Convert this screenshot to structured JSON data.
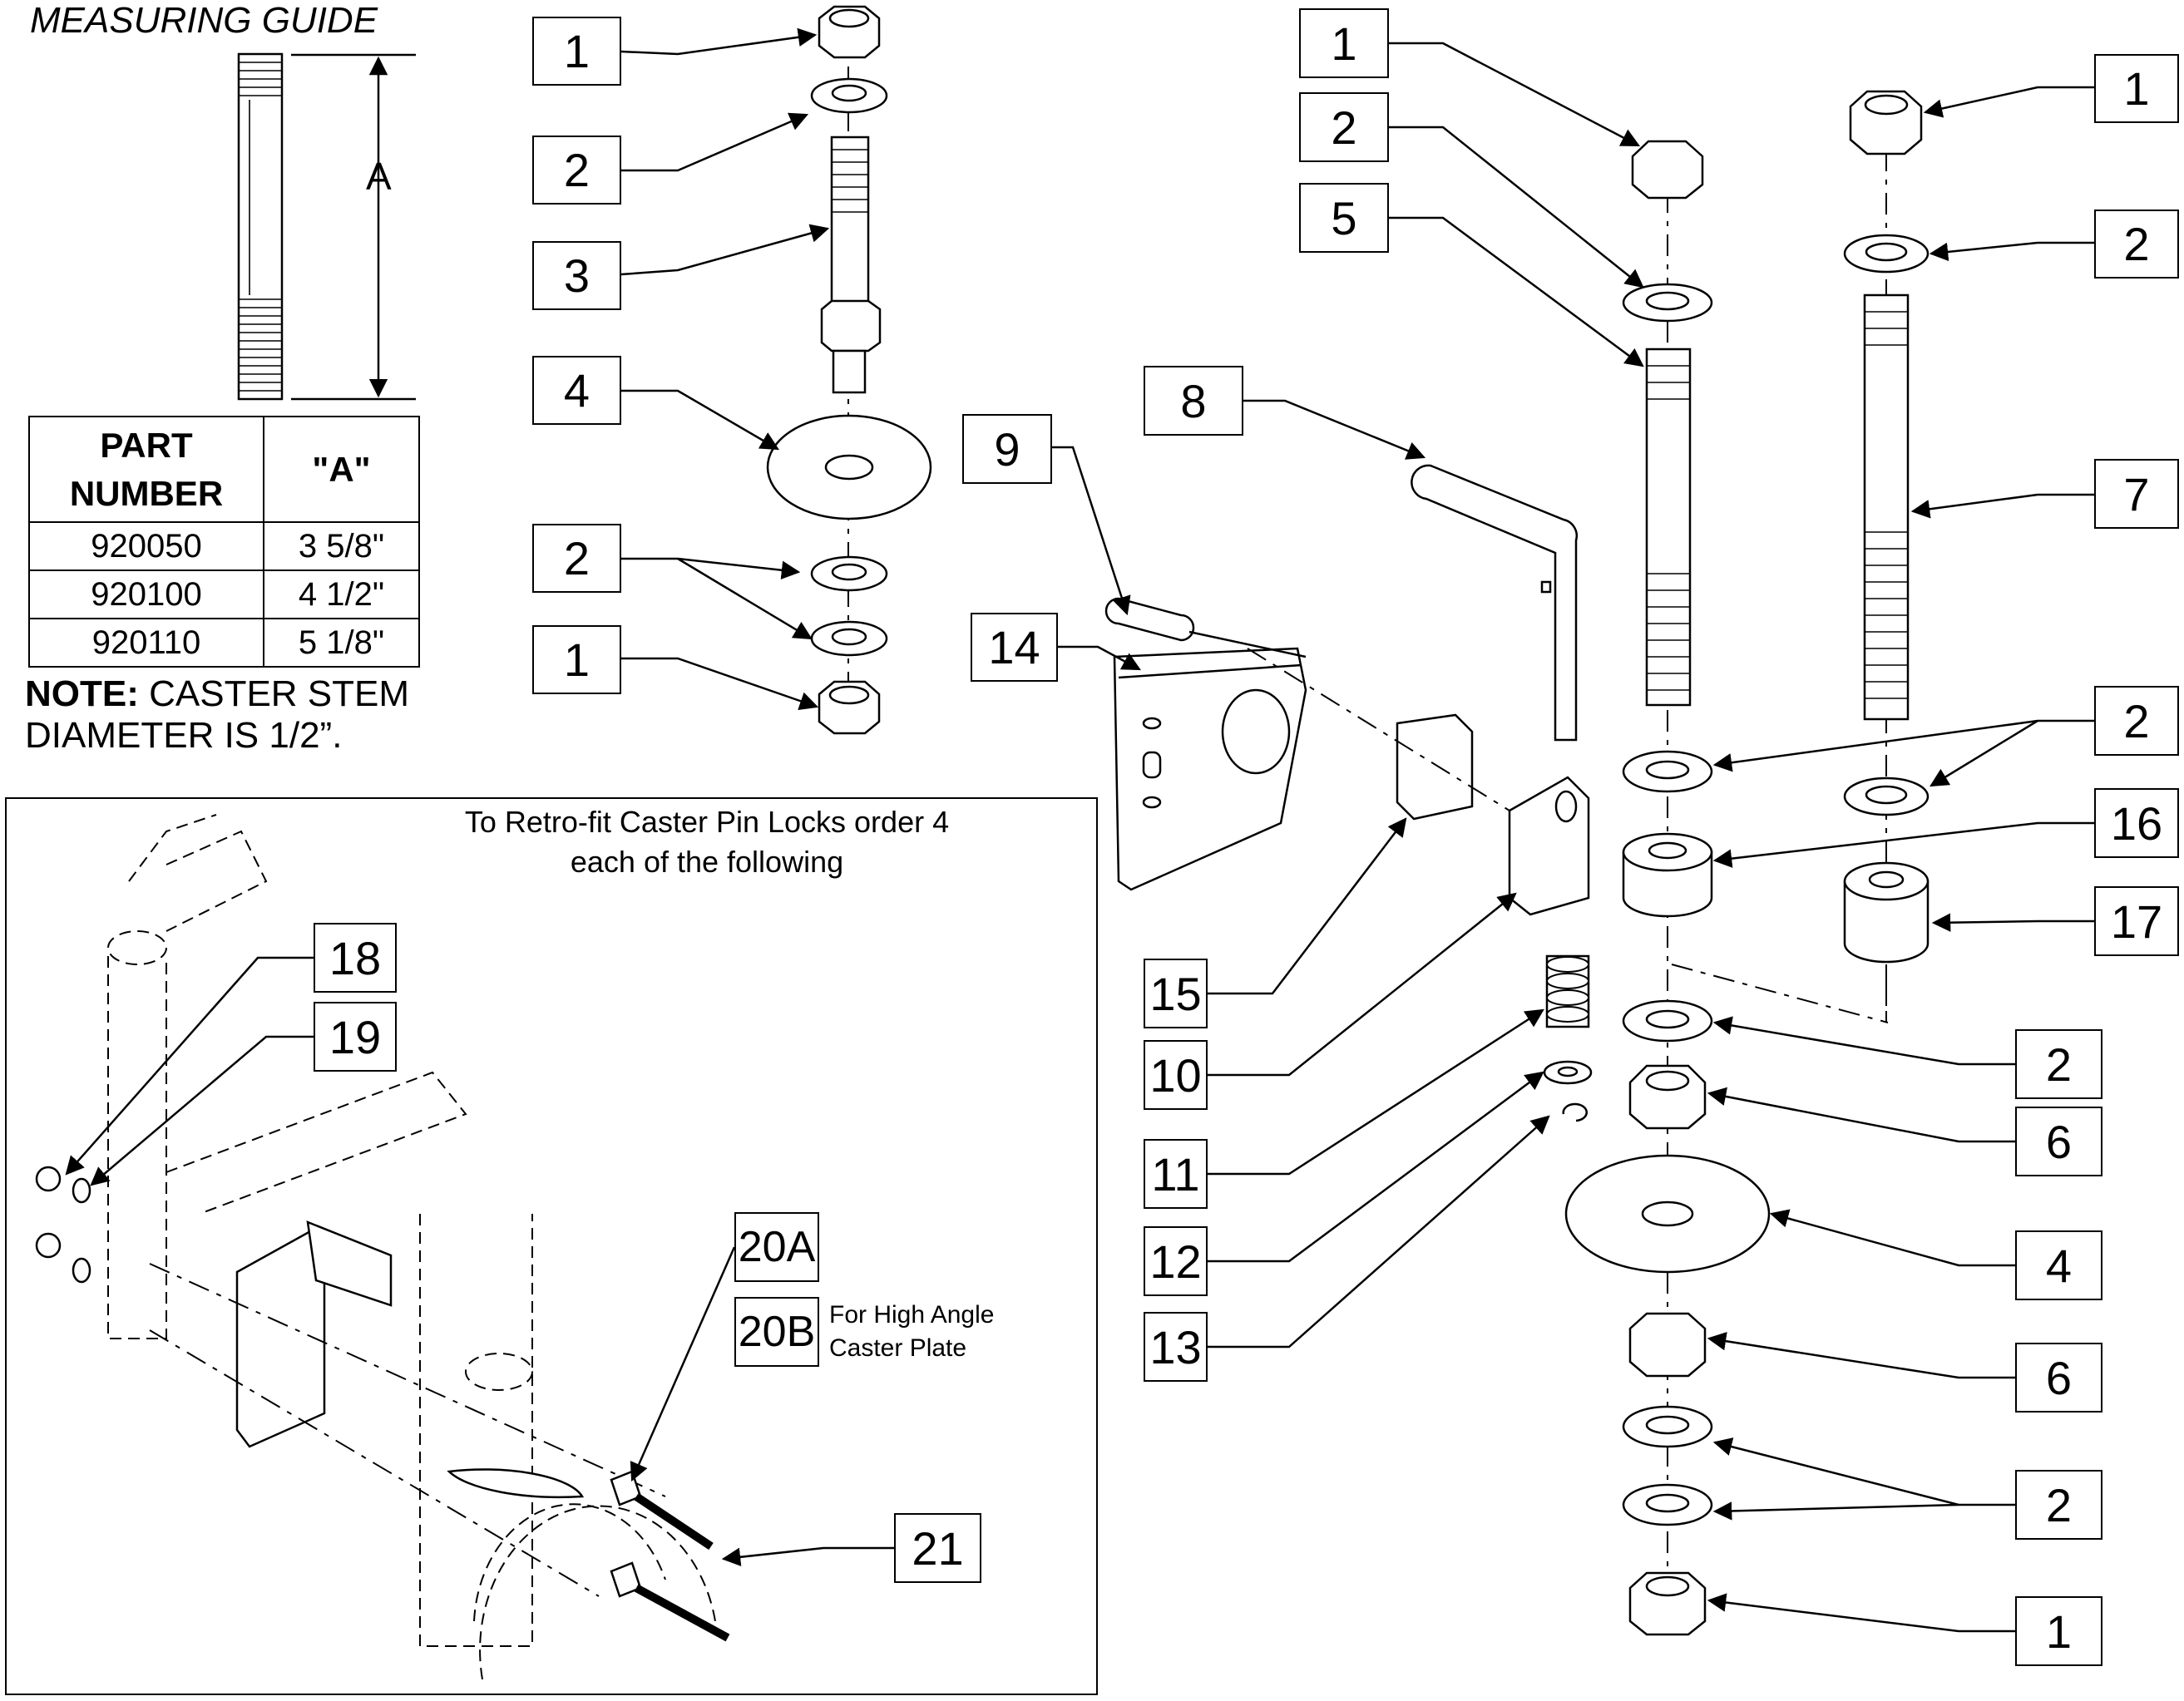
{
  "measuring_guide": {
    "title": "MEASURING GUIDE",
    "dimension_label": "A"
  },
  "parts_table": {
    "headers": [
      "PART\nNUMBER",
      "\"A\""
    ],
    "rows": [
      [
        "920050",
        "3 5/8\""
      ],
      [
        "920100",
        "4 1/2\""
      ],
      [
        "920110",
        "5 1/8\""
      ]
    ]
  },
  "note": {
    "label": "NOTE:",
    "line1": " CASTER STEM",
    "line2": "DIAMETER IS 1/2”."
  },
  "inset": {
    "caption_line1": "To Retro-fit Caster Pin Locks order 4",
    "caption_line2": "each of the following",
    "high_angle_note_line1": "For High Angle",
    "high_angle_note_line2": "Caster Plate"
  },
  "callouts": {
    "c1a": "1",
    "c2a": "2",
    "c3": "3",
    "c4a": "4",
    "c2b": "2",
    "c1b": "1",
    "c9": "9",
    "c14": "14",
    "c8": "8",
    "c1c": "1",
    "c2c": "2",
    "c5": "5",
    "c1d": "1",
    "c2d": "2",
    "c7": "7",
    "c2e": "2",
    "c16": "16",
    "c17": "17",
    "c2f": "2",
    "c6a": "6",
    "c4b": "4",
    "c6b": "6",
    "c2g": "2",
    "c1e": "1",
    "c15": "15",
    "c10": "10",
    "c11": "11",
    "c12": "12",
    "c13": "13",
    "c18": "18",
    "c19": "19",
    "c20a": "20A",
    "c20b": "20B",
    "c21": "21"
  }
}
